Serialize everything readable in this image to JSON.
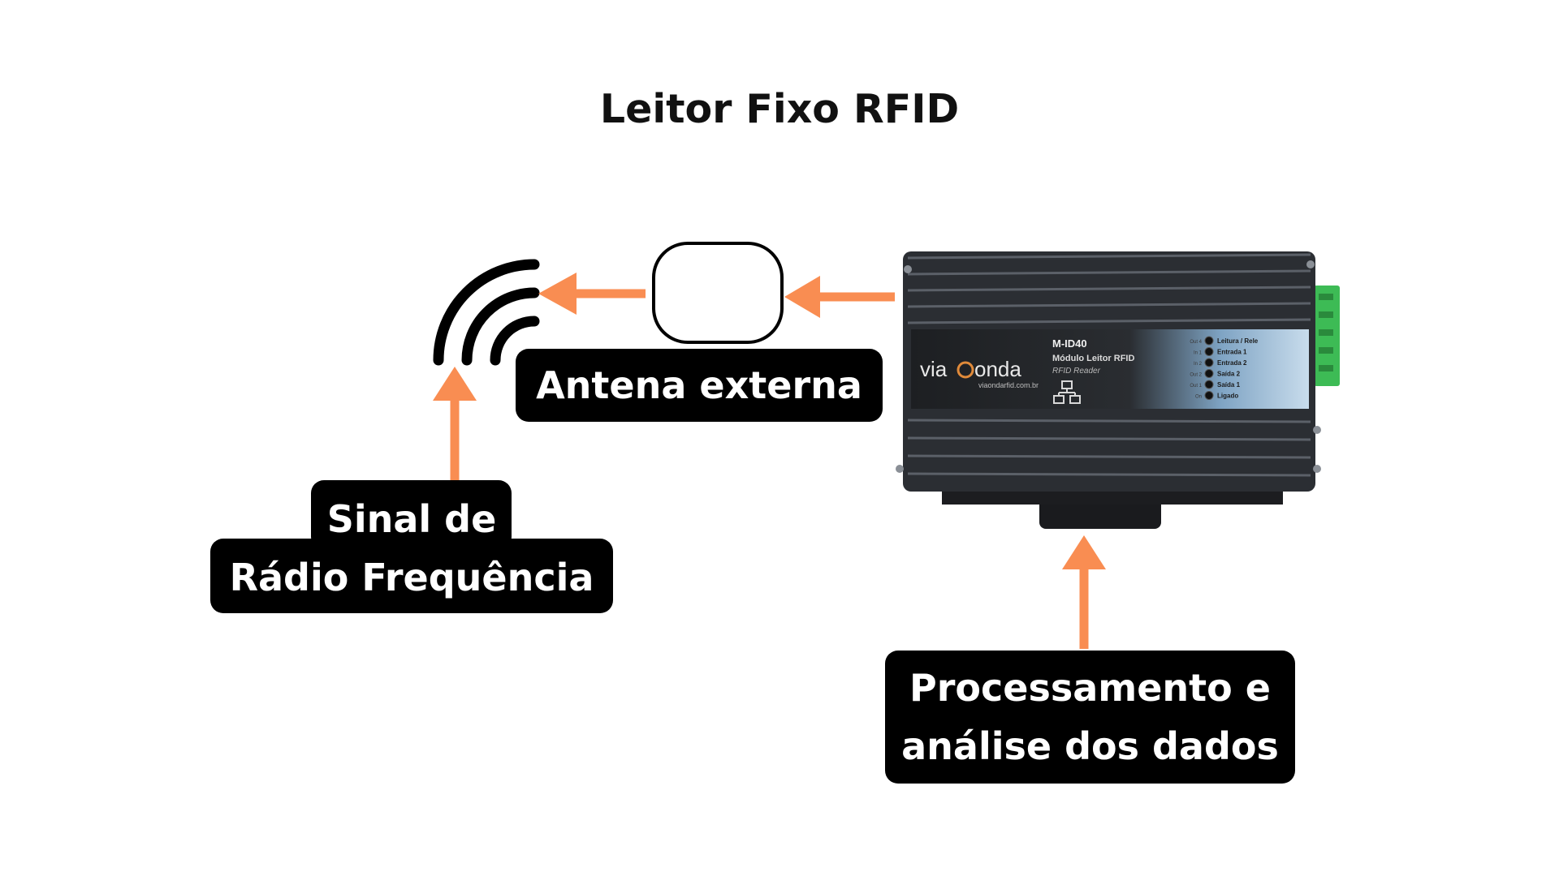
{
  "title": "Leitor Fixo RFID",
  "labels": {
    "antenna": "Antena externa",
    "signal_line1": "Sinal de",
    "signal_line2": "Rádio Frequência",
    "processing_line1": "Processamento e",
    "processing_line2": "análise dos dados"
  },
  "device": {
    "brand_left": "via",
    "brand_right": "onda",
    "website": "viaondarfid.com.br",
    "model": "M-ID40",
    "description": "Módulo Leitor RFID",
    "subtitle": "RFID Reader",
    "indicators": [
      {
        "port": "Out 4",
        "name": "Leitura / Rele"
      },
      {
        "port": "In 1",
        "name": "Entrada 1"
      },
      {
        "port": "In 2",
        "name": "Entrada 2"
      },
      {
        "port": "Out 2",
        "name": "Saída 2"
      },
      {
        "port": "Out 1",
        "name": "Saída 1"
      },
      {
        "port": "On",
        "name": "Ligado"
      }
    ]
  },
  "colors": {
    "arrow": "#F98D52",
    "label_bg": "#000000",
    "label_text": "#FFFFFF",
    "device_body": "#2B2E33",
    "terminal": "#3DBB55"
  }
}
